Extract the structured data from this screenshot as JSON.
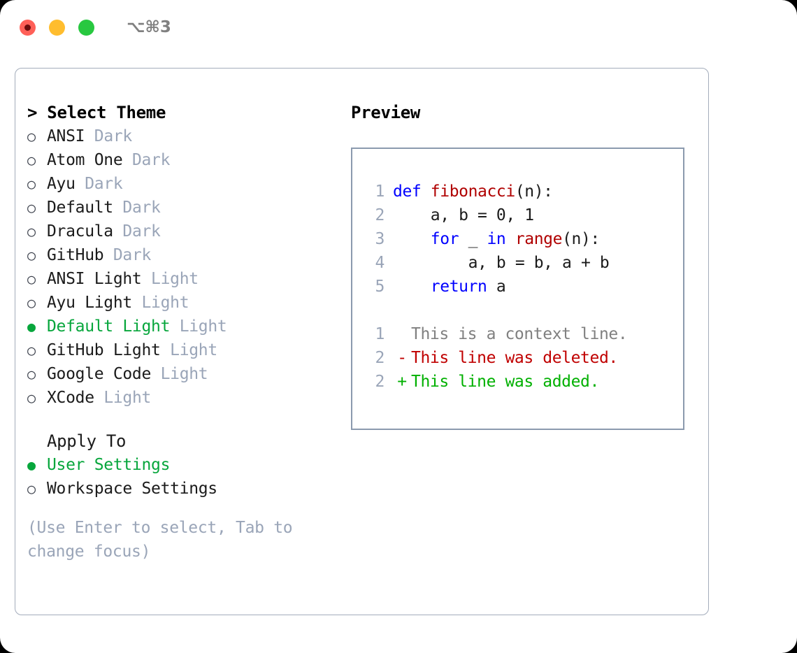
{
  "window": {
    "traffic_lights": [
      {
        "name": "close",
        "color": "#ff6058"
      },
      {
        "name": "minimize",
        "color": "#ffbd2e"
      },
      {
        "name": "maximize",
        "color": "#28c840"
      }
    ],
    "shortcut": "⌥⌘3"
  },
  "theme_picker": {
    "title": "> Select Theme",
    "selected_theme": "Default Light",
    "accent_color": "#07a63c",
    "themes": [
      {
        "name": "ANSI",
        "mode": "Dark",
        "selected": false
      },
      {
        "name": "Atom One",
        "mode": "Dark",
        "selected": false
      },
      {
        "name": "Ayu",
        "mode": "Dark",
        "selected": false
      },
      {
        "name": "Default",
        "mode": "Dark",
        "selected": false
      },
      {
        "name": "Dracula",
        "mode": "Dark",
        "selected": false
      },
      {
        "name": "GitHub",
        "mode": "Dark",
        "selected": false
      },
      {
        "name": "ANSI Light",
        "mode": "Light",
        "selected": false
      },
      {
        "name": "Ayu Light",
        "mode": "Light",
        "selected": false
      },
      {
        "name": "Default Light",
        "mode": "Light",
        "selected": true
      },
      {
        "name": "GitHub Light",
        "mode": "Light",
        "selected": false
      },
      {
        "name": "Google Code",
        "mode": "Light",
        "selected": false
      },
      {
        "name": "XCode",
        "mode": "Light",
        "selected": false
      }
    ]
  },
  "apply_to": {
    "title": "Apply To",
    "selected": "User Settings",
    "options": [
      {
        "label": "User Settings",
        "selected": true
      },
      {
        "label": "Workspace Settings",
        "selected": false
      }
    ]
  },
  "hint": "(Use Enter to select, Tab to change focus)",
  "preview": {
    "heading": "Preview",
    "code_lines": [
      {
        "no": "1",
        "tokens": [
          {
            "t": "def ",
            "k": "kw"
          },
          {
            "t": "fibonacci",
            "k": "fn"
          },
          {
            "t": "(n):",
            "k": "plain"
          }
        ]
      },
      {
        "no": "2",
        "tokens": [
          {
            "t": "    a, b = 0, 1",
            "k": "plain"
          }
        ]
      },
      {
        "no": "3",
        "tokens": [
          {
            "t": "    ",
            "k": "plain"
          },
          {
            "t": "for",
            "k": "kw"
          },
          {
            "t": " _ ",
            "k": "plain"
          },
          {
            "t": "in ",
            "k": "kw"
          },
          {
            "t": "range",
            "k": "fn"
          },
          {
            "t": "(n):",
            "k": "plain"
          }
        ]
      },
      {
        "no": "4",
        "tokens": [
          {
            "t": "        a, b = b, a + b",
            "k": "plain"
          }
        ]
      },
      {
        "no": "5",
        "tokens": [
          {
            "t": "    ",
            "k": "plain"
          },
          {
            "t": "return",
            "k": "kw"
          },
          {
            "t": " a",
            "k": "plain"
          }
        ]
      }
    ],
    "diff_lines": [
      {
        "no": "1",
        "mark": " ",
        "text": "This is a context line.",
        "kind": "ctx"
      },
      {
        "no": "2",
        "mark": "-",
        "text": "This line was deleted.",
        "kind": "del"
      },
      {
        "no": "2",
        "mark": "+",
        "text": "This line was added.",
        "kind": "add"
      }
    ],
    "colors": {
      "keyword": "#0000ff",
      "function": "#b00000",
      "lineno": "#9aa5b8",
      "diff_context": "#808080",
      "diff_deleted": "#c00000",
      "diff_added": "#00b000"
    }
  }
}
